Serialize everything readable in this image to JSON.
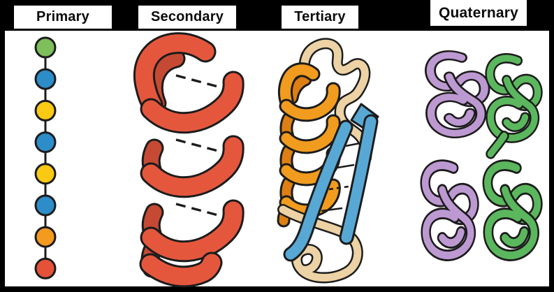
{
  "tabs": [
    {
      "label": "Primary"
    },
    {
      "label": "Secondary"
    },
    {
      "label": "Tertiary"
    },
    {
      "label": "Quaternary"
    }
  ],
  "primary": {
    "beads": [
      "green",
      "blue",
      "yellow",
      "blue",
      "yellow",
      "blue",
      "orange",
      "red"
    ]
  },
  "colors": {
    "bead-green": "#7cbf5b",
    "bead-blue": "#2d8dc8",
    "bead-yellow": "#f9c913",
    "bead-orange": "#f39a1f",
    "bead-red": "#e45239",
    "helix-red": "#e5573d",
    "helix-red-dark": "#c64a33",
    "helix-orange": "#f19c1f",
    "helix-orange-dark": "#dd7f12",
    "loop-tan": "#ecd2a4",
    "sheet-blue": "#58a8d5",
    "subunit-purple": "#bd99d2",
    "subunit-green": "#5bb75d",
    "outline": "#1c1c1c",
    "frame": "#000000",
    "panel-bg": "#ffffff"
  }
}
